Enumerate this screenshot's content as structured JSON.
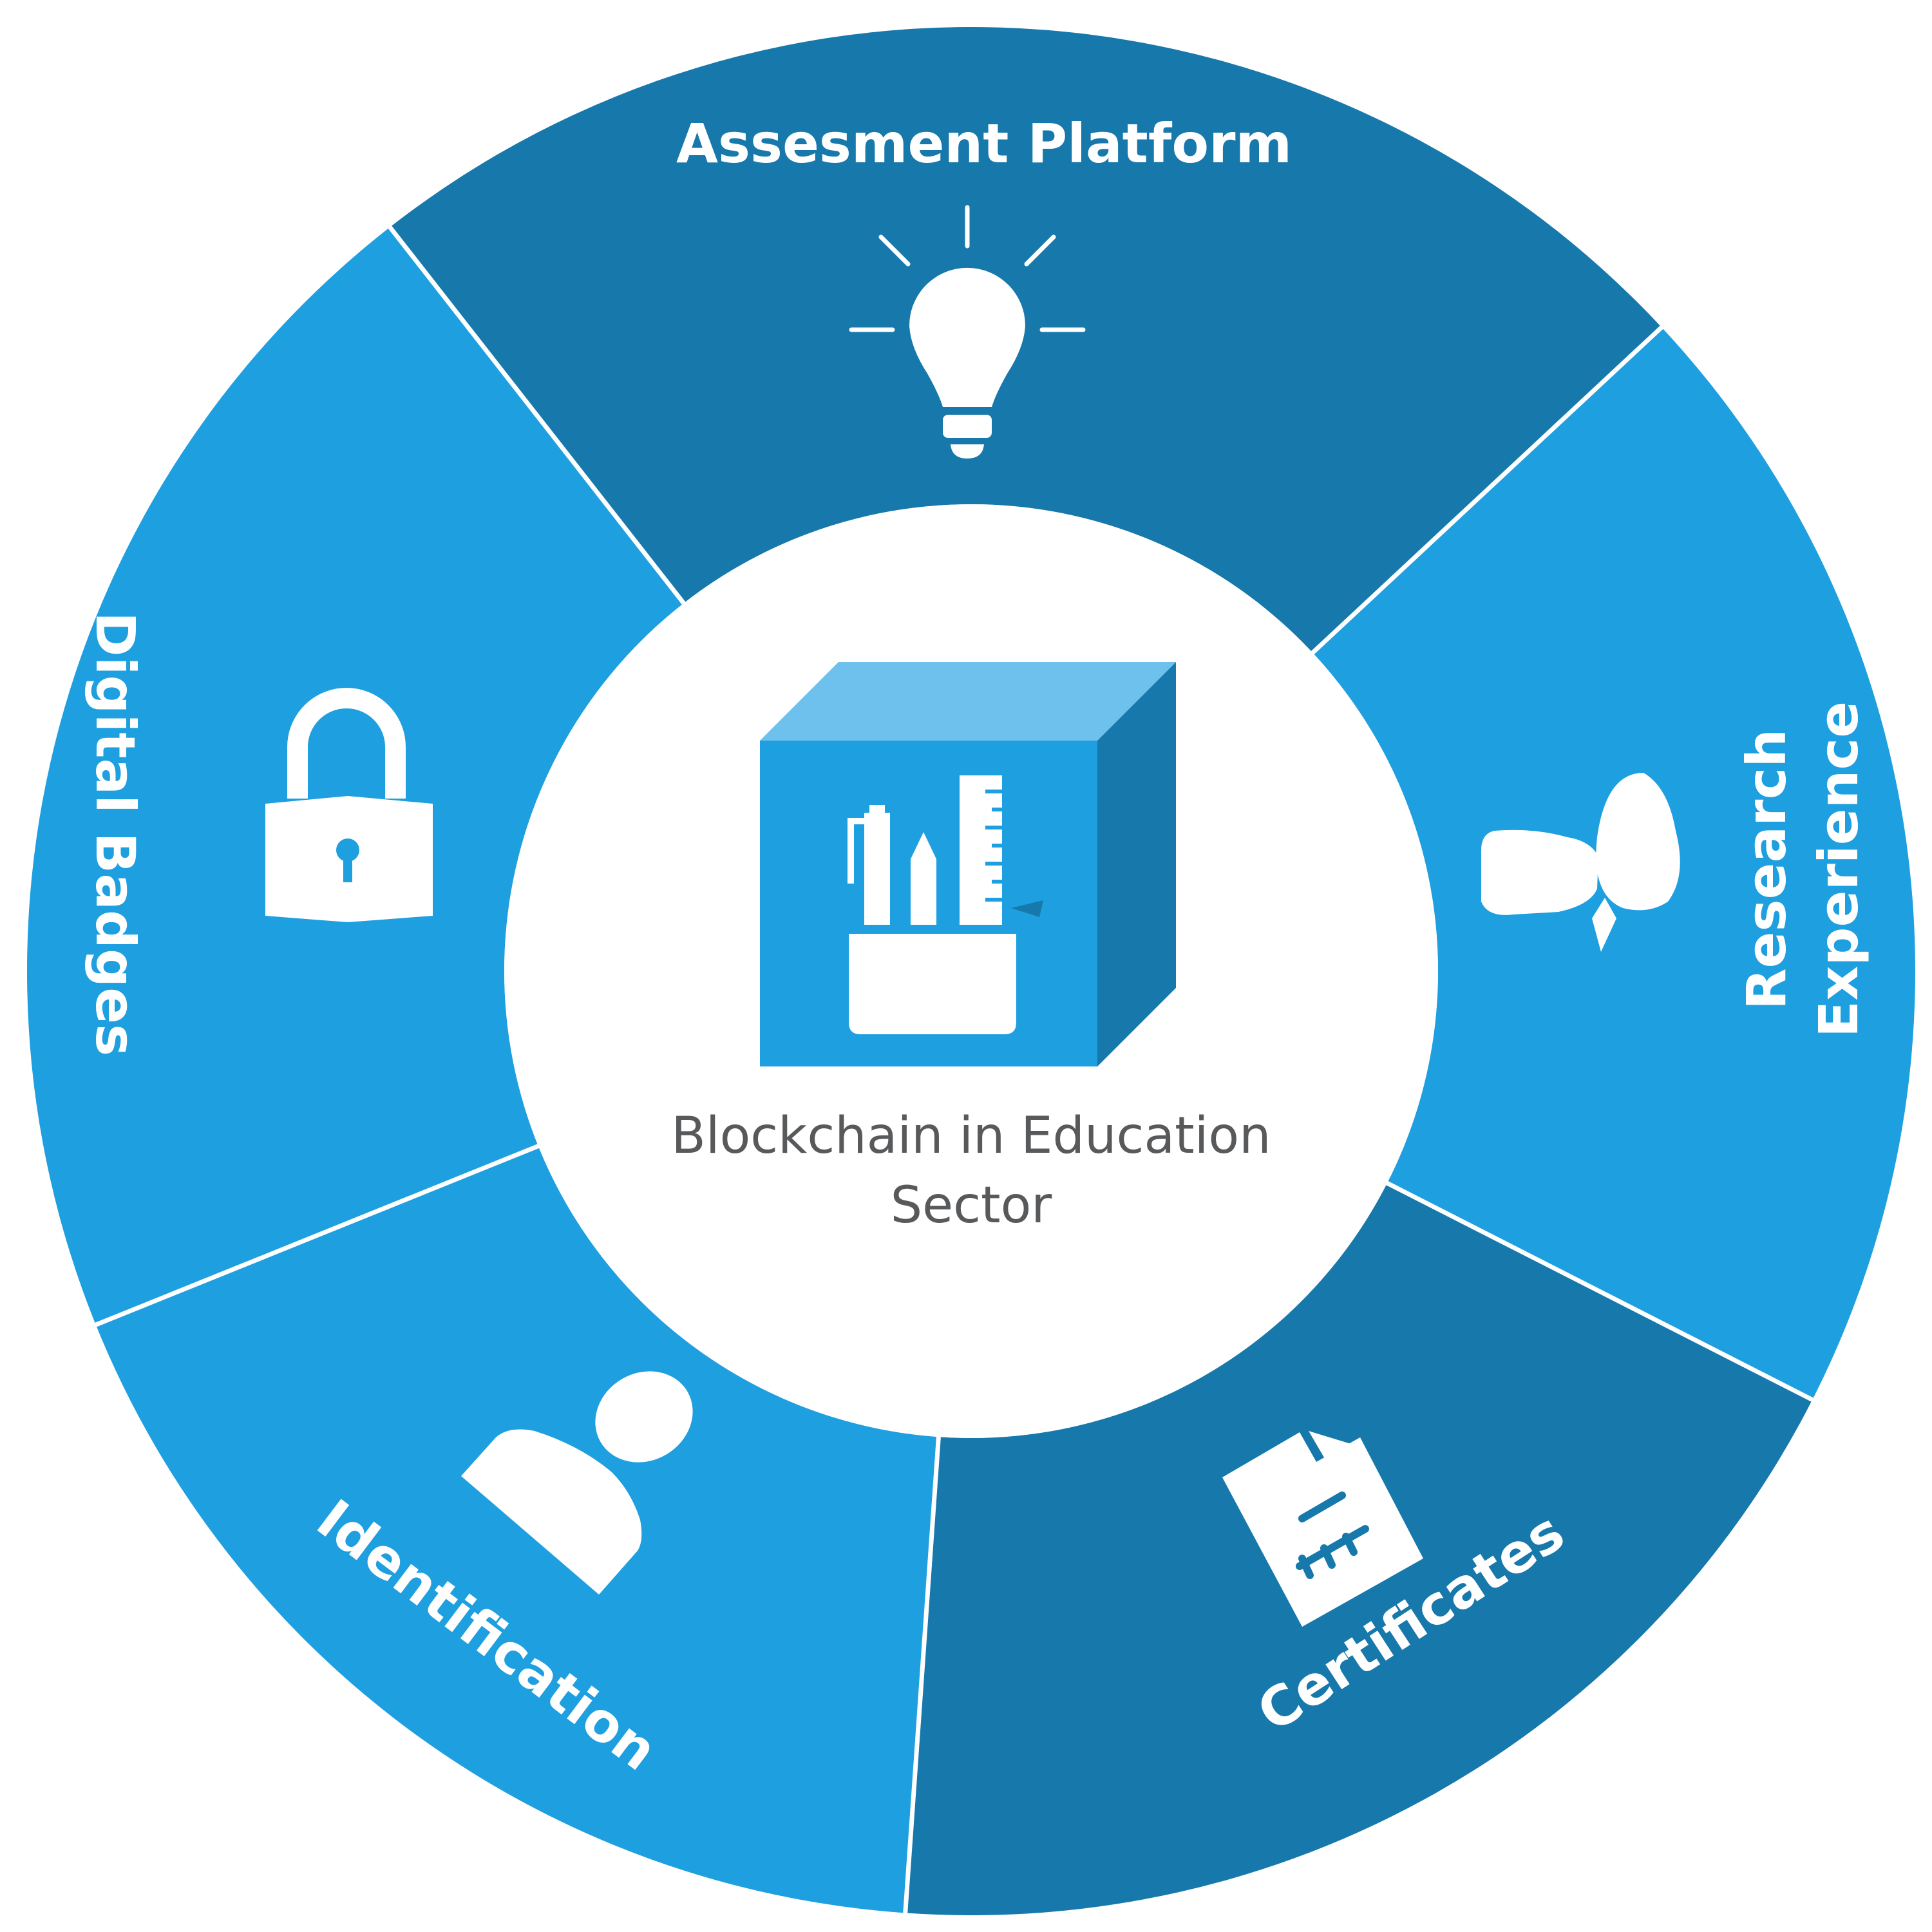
{
  "colors": {
    "segment_dark": "#1778ab",
    "segment_light": "#1e9fe0",
    "icon": "#ffffff",
    "center_bg": "#ffffff",
    "center_text": "#58595b",
    "cube_top": "#6ec1ec",
    "cube_front": "#1e9fe0",
    "cube_side": "#1778ab"
  },
  "center": {
    "title_line1": "Blockchain in Education",
    "title_line2": "Sector",
    "icon": "pencil-cup-cube-icon"
  },
  "segments": [
    {
      "label_lines": [
        "Assesment Platform"
      ],
      "icon": "lightbulb-icon",
      "shade": "dark"
    },
    {
      "label_lines": [
        "Research",
        "Experience"
      ],
      "icon": "businessman-icon",
      "shade": "light"
    },
    {
      "label_lines": [
        "Certificates"
      ],
      "icon": "certificate-document-icon",
      "shade": "dark"
    },
    {
      "label_lines": [
        "Identification"
      ],
      "icon": "user-icon",
      "shade": "light"
    },
    {
      "label_lines": [
        "Digital Badges"
      ],
      "icon": "padlock-icon",
      "shade": "light"
    }
  ]
}
